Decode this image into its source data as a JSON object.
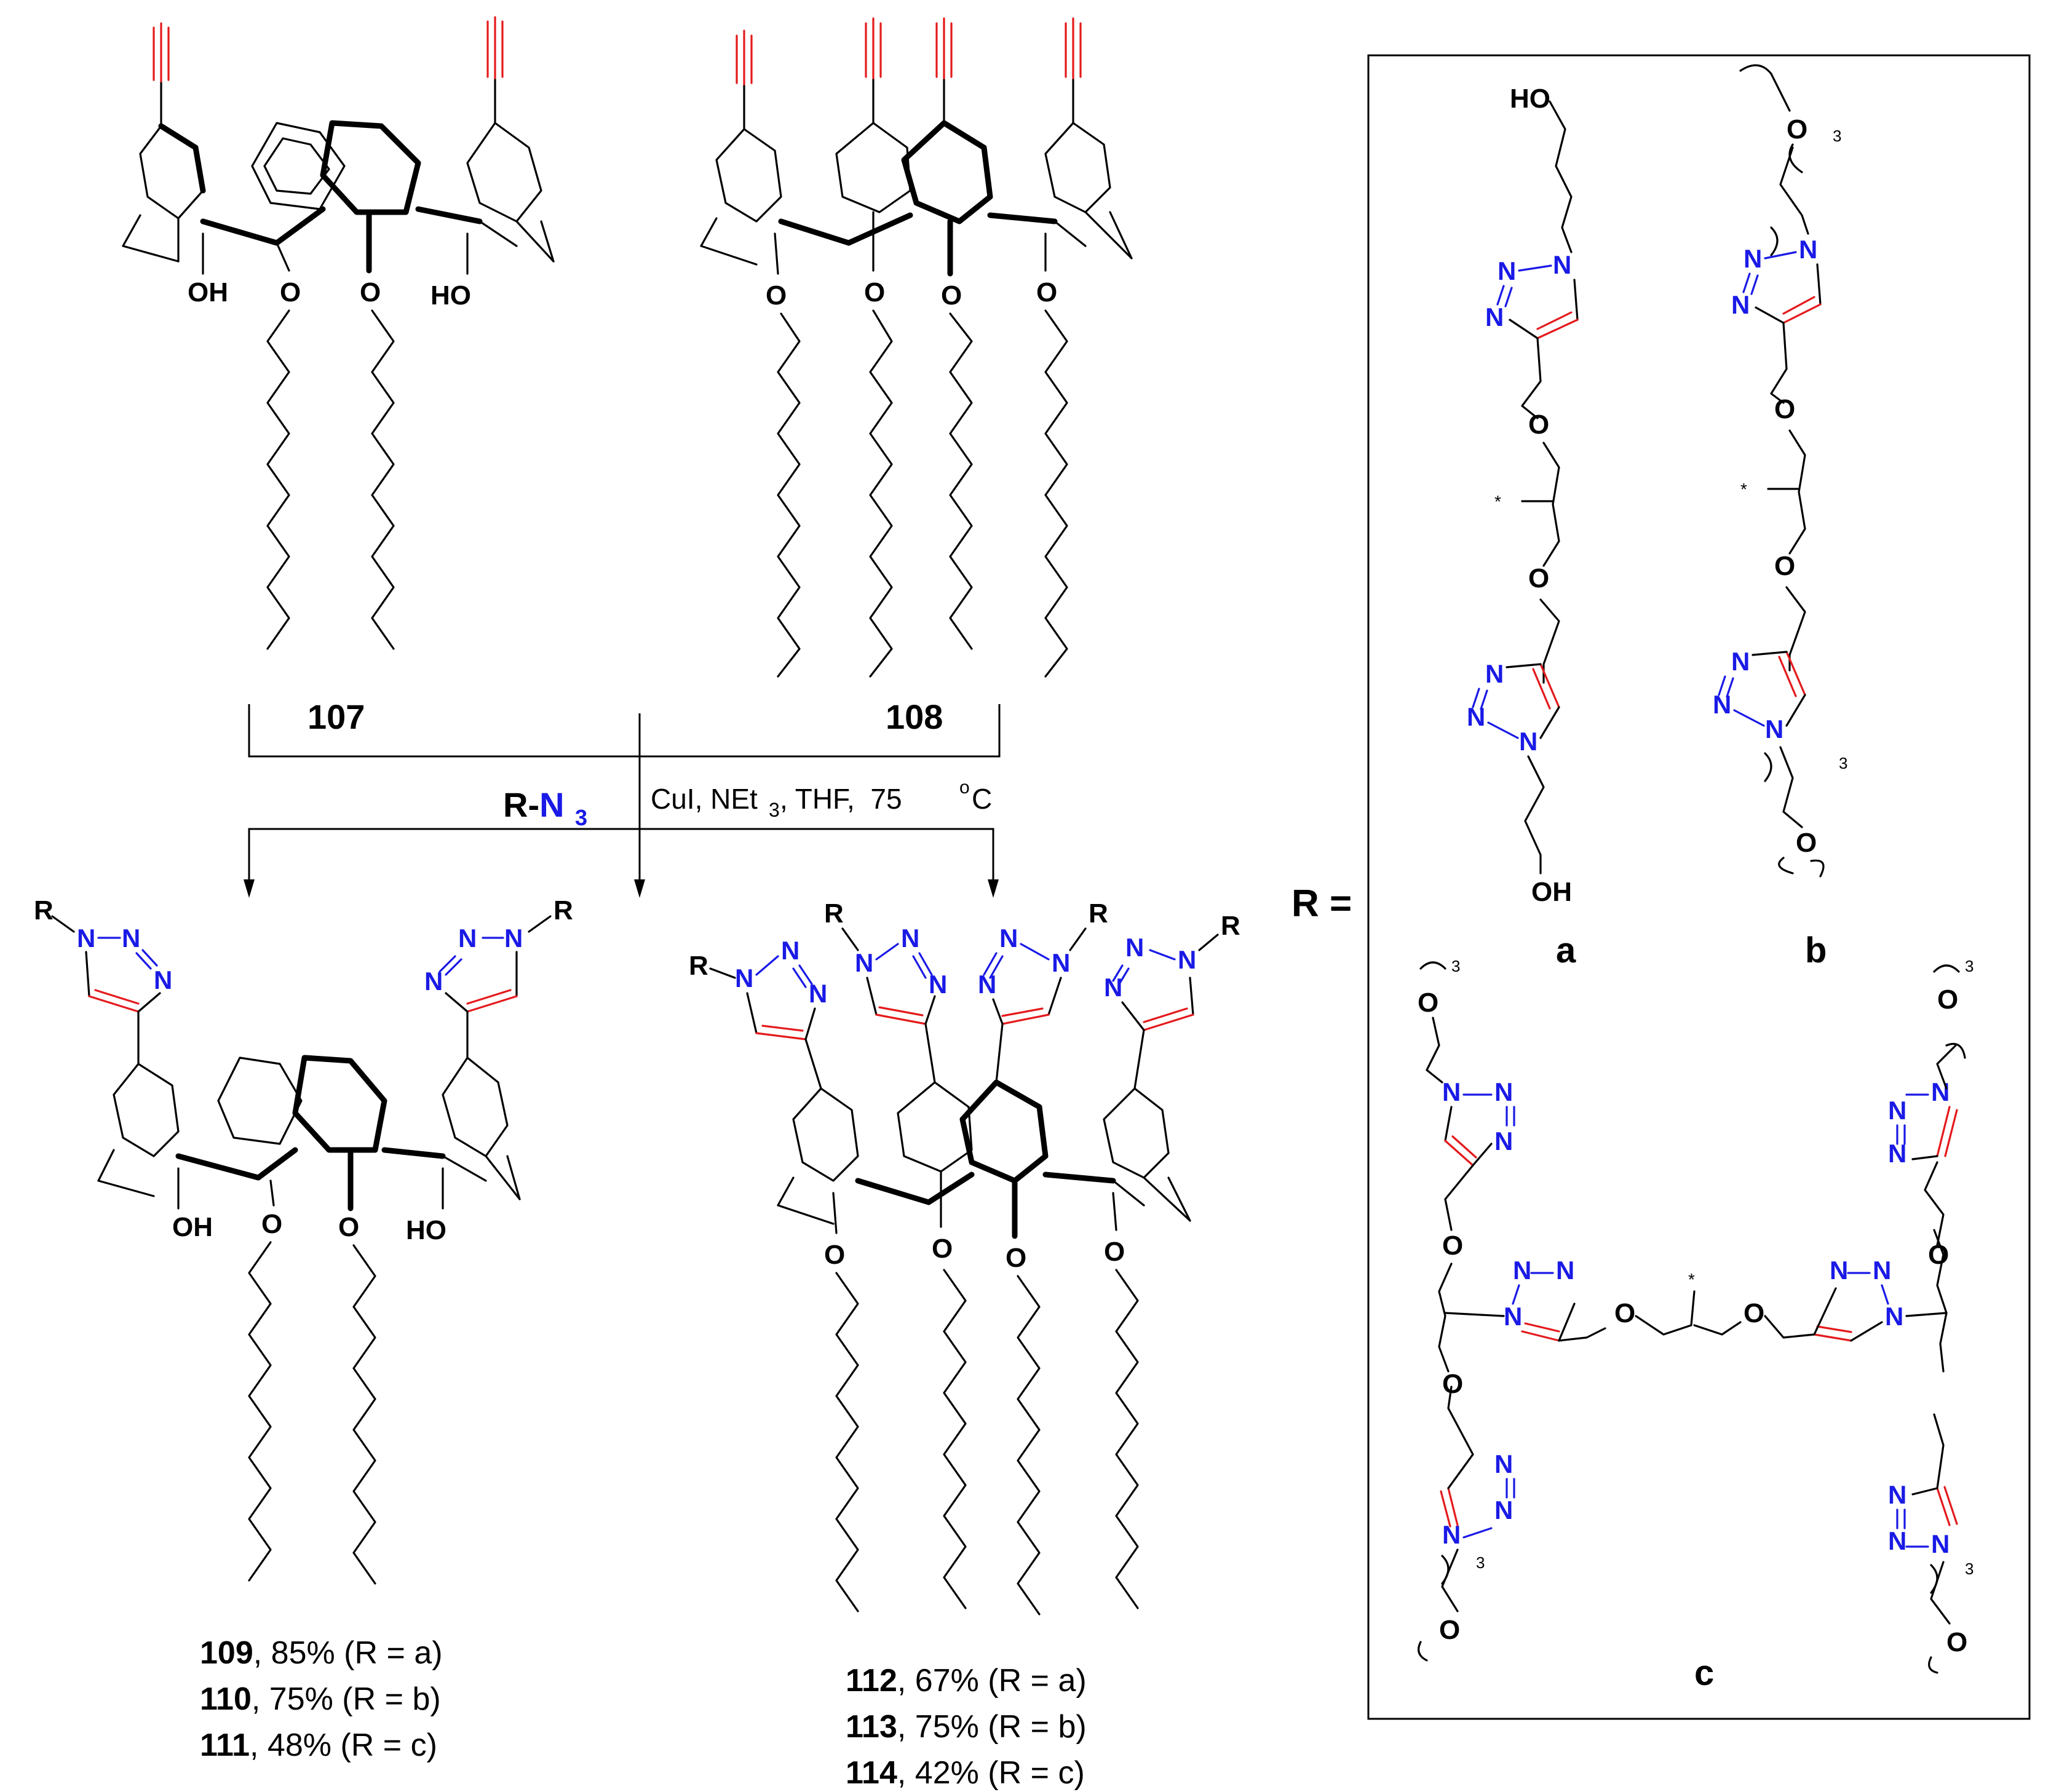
{
  "compounds": {
    "c107": "107",
    "c108": "108"
  },
  "reagent": {
    "r_label": "R-",
    "n3_label": "N",
    "n3_sub": "3",
    "conditions_1": "CuI, NEt",
    "conditions_sub": "3",
    "conditions_2": ", THF,  75 ",
    "conditions_sup": "o",
    "conditions_3": "C"
  },
  "products_left": [
    {
      "id": "109",
      "text": ", 85% (R = a)"
    },
    {
      "id": "110",
      "text": ", 75% (R = b)"
    },
    {
      "id": "111",
      "text": ", 48% (R = c)"
    }
  ],
  "products_right": [
    {
      "id": "112",
      "text": ", 67% (R = a)"
    },
    {
      "id": "113",
      "text": ", 75% (R = b)"
    },
    {
      "id": "114",
      "text": ", 42% (R = c)"
    }
  ],
  "r_box": {
    "label": "R =",
    "a": "a",
    "b": "b",
    "c": "c"
  },
  "atoms": {
    "oh": "OH",
    "ho": "HO",
    "o": "O",
    "r": "R",
    "n": "N",
    "star": "*",
    "three": "3"
  },
  "colors": {
    "alkyne": "#e41a1c",
    "nitrogen": "#1a1ae6",
    "bonds": "#000000"
  }
}
